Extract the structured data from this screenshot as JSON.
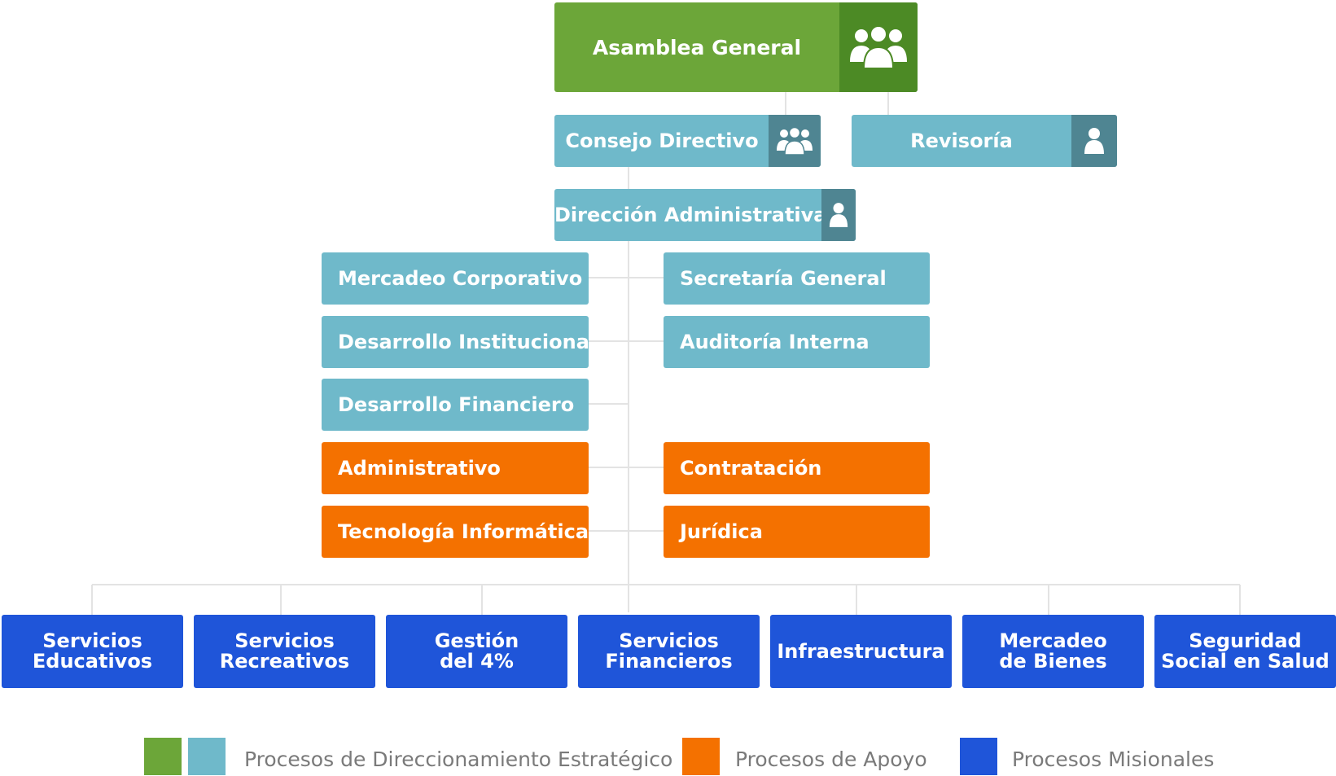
{
  "colors": {
    "strategic_green": "#6ca639",
    "strategic_teal": "#6fb9ca",
    "support_orange": "#f47100",
    "missional_blue": "#1f55d9",
    "connector_gray": "#e3e3e3"
  },
  "top": {
    "asamblea": {
      "label": "Asamblea General",
      "icon": "group-icon"
    },
    "consejo": {
      "label": "Consejo Directivo",
      "icon": "group-icon"
    },
    "revisoria": {
      "label": "Revisoría",
      "icon": "person-icon"
    },
    "direccion": {
      "label": "Dirección Administrativa",
      "icon": "person-icon"
    }
  },
  "units_left": [
    {
      "label": "Mercadeo Corporativo",
      "type": "strategic"
    },
    {
      "label": "Desarrollo Institucional",
      "type": "strategic"
    },
    {
      "label": "Desarrollo Financiero",
      "type": "strategic"
    },
    {
      "label": "Administrativo",
      "type": "support"
    },
    {
      "label": "Tecnología Informática",
      "type": "support"
    }
  ],
  "units_right": [
    {
      "label": "Secretaría General",
      "type": "strategic"
    },
    {
      "label": "Auditoría Interna",
      "type": "strategic"
    },
    {
      "label": "Contratación",
      "type": "support"
    },
    {
      "label": "Jurídica",
      "type": "support"
    }
  ],
  "missional": [
    {
      "label": "Servicios Educativos",
      "line1": "Servicios",
      "line2": "Educativos"
    },
    {
      "label": "Servicios Recreativos",
      "line1": "Servicios",
      "line2": "Recreativos"
    },
    {
      "label": "Gestión del 4%",
      "line1": "Gestión",
      "line2": "del 4%"
    },
    {
      "label": "Servicios Financieros",
      "line1": "Servicios",
      "line2": "Financieros"
    },
    {
      "label": "Infraestructura",
      "line1": "Infraestructura",
      "line2": ""
    },
    {
      "label": "Mercadeo de Bienes",
      "line1": "Mercadeo",
      "line2": "de Bienes"
    },
    {
      "label": "Seguridad Social en Salud",
      "line1": "Seguridad",
      "line2": "Social en Salud"
    }
  ],
  "legend": {
    "strategic": "Procesos de Direccionamiento Estratégico",
    "support": "Procesos de Apoyo",
    "missional": "Procesos Misionales"
  }
}
